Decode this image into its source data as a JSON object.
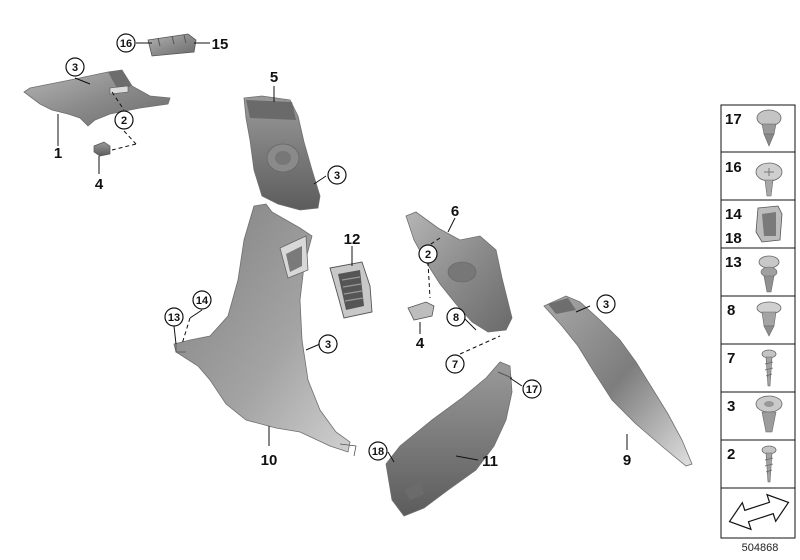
{
  "diagram": {
    "reference_number": "504868",
    "labels": {
      "p1": "1",
      "p2a": "2",
      "p2b": "2",
      "p3a": "3",
      "p3b": "3",
      "p3c": "3",
      "p3d": "3",
      "p4a": "4",
      "p4b": "4",
      "p5": "5",
      "p6": "6",
      "p7": "7",
      "p8": "8",
      "p9": "9",
      "p10": "10",
      "p11": "11",
      "p12": "12",
      "p13": "13",
      "p14": "14",
      "p15": "15",
      "p16": "16",
      "p17": "17",
      "p18": "18"
    },
    "sidebar": [
      {
        "label": "17",
        "icon": "push-rivet-clip-icon"
      },
      {
        "label": "16",
        "icon": "round-head-screw-icon"
      },
      {
        "label": "14",
        "label2": "18",
        "icon": "spring-clip-icon"
      },
      {
        "label": "13",
        "icon": "expansion-rivet-icon"
      },
      {
        "label": "8",
        "icon": "plastic-rivet-icon"
      },
      {
        "label": "7",
        "icon": "self-tapping-screw-icon"
      },
      {
        "label": "3",
        "icon": "push-clip-icon"
      },
      {
        "label": "2",
        "icon": "wood-screw-icon"
      },
      {
        "icon": "direction-arrow-icon"
      }
    ],
    "colors": {
      "part_fill": "#8e8e8e",
      "part_light": "#bdbdbd",
      "part_dark": "#5e5e5e",
      "line": "#111111"
    }
  }
}
